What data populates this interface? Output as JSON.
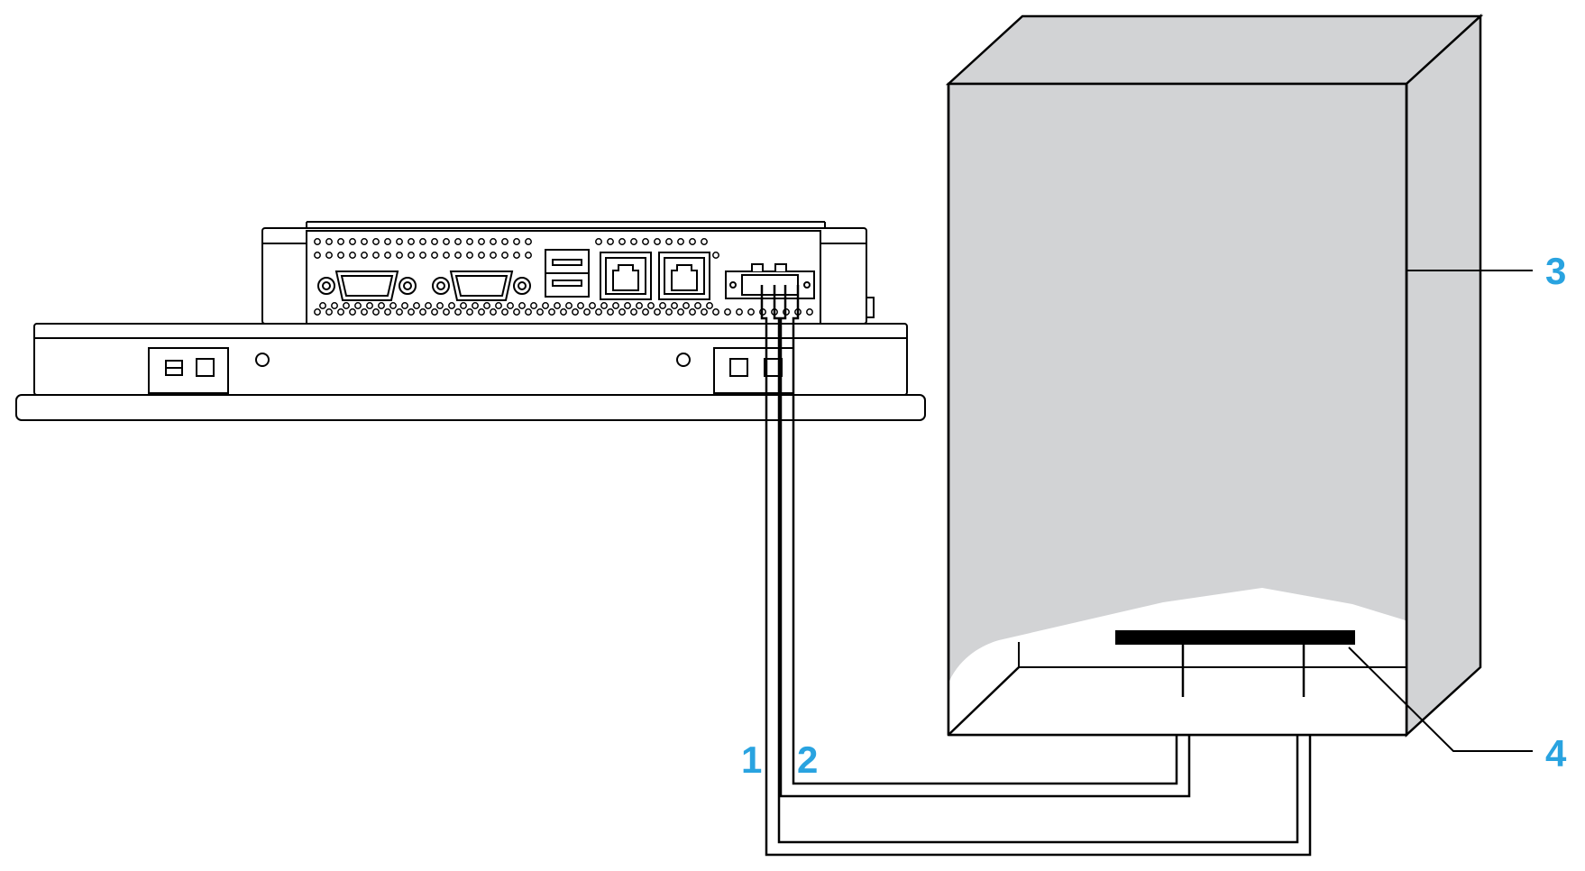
{
  "callouts": {
    "one": "1",
    "two": "2",
    "three": "3",
    "four": "4"
  },
  "colors": {
    "callout": "#29a3e0",
    "line": "#000000",
    "cabinet_fill": "#d2d3d5",
    "background": "#ffffff"
  }
}
